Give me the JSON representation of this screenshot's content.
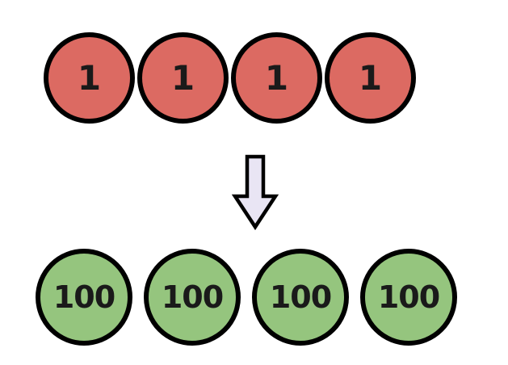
{
  "diagram": {
    "top_row": {
      "shape": "circle",
      "fill": "#dc6a62",
      "stroke": "#000000",
      "items": [
        {
          "label": "1"
        },
        {
          "label": "1"
        },
        {
          "label": "1"
        },
        {
          "label": "1"
        }
      ]
    },
    "arrow": {
      "direction": "down",
      "fill": "#e9e5f4",
      "stroke": "#000000"
    },
    "bottom_row": {
      "shape": "circle",
      "fill": "#95c57e",
      "stroke": "#000000",
      "items": [
        {
          "label": "100"
        },
        {
          "label": "100"
        },
        {
          "label": "100"
        },
        {
          "label": "100"
        }
      ]
    }
  }
}
